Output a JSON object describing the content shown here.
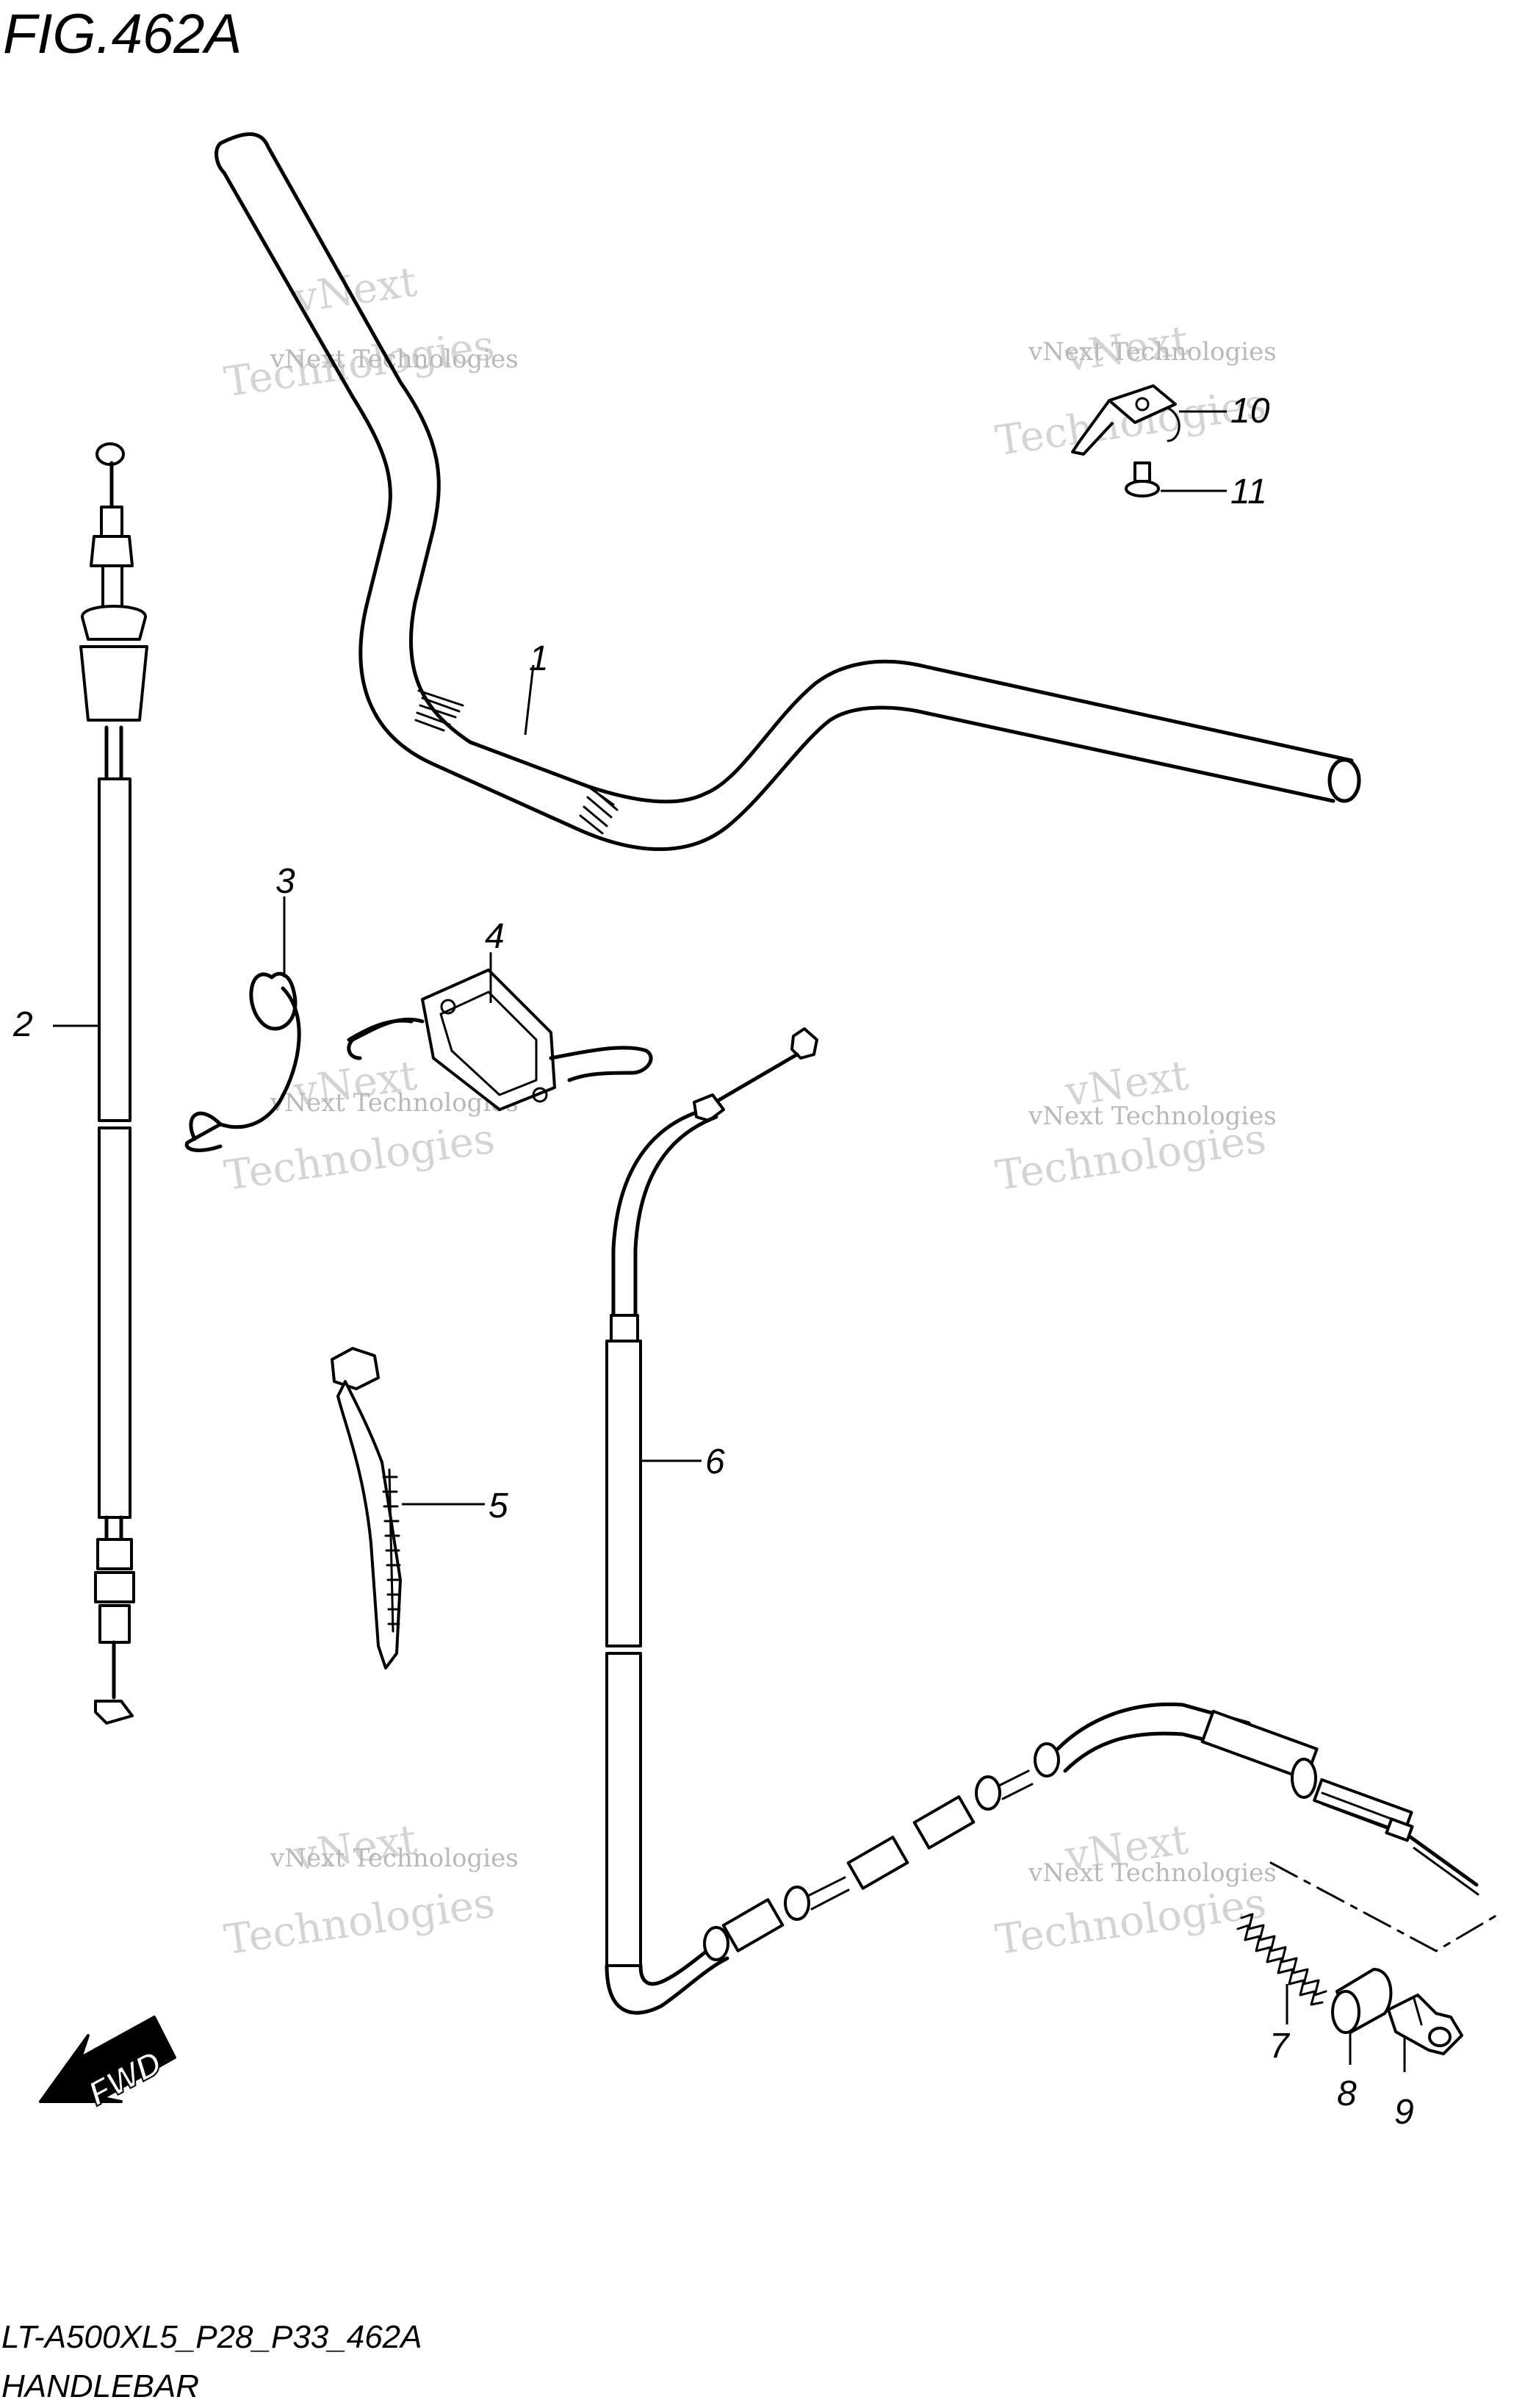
{
  "figure": {
    "title": "FIG.462A",
    "model_code": "LT-A500XL5_P28_P33_462A",
    "caption": "HANDLEBAR"
  },
  "callouts": [
    "1",
    "2",
    "3",
    "4",
    "5",
    "6",
    "7",
    "8",
    "9",
    "10",
    "11"
  ],
  "fwd_label": "FWD",
  "watermark": {
    "line1": "vNext Technologies",
    "line2": "Technologies",
    "line3": "vNext"
  }
}
